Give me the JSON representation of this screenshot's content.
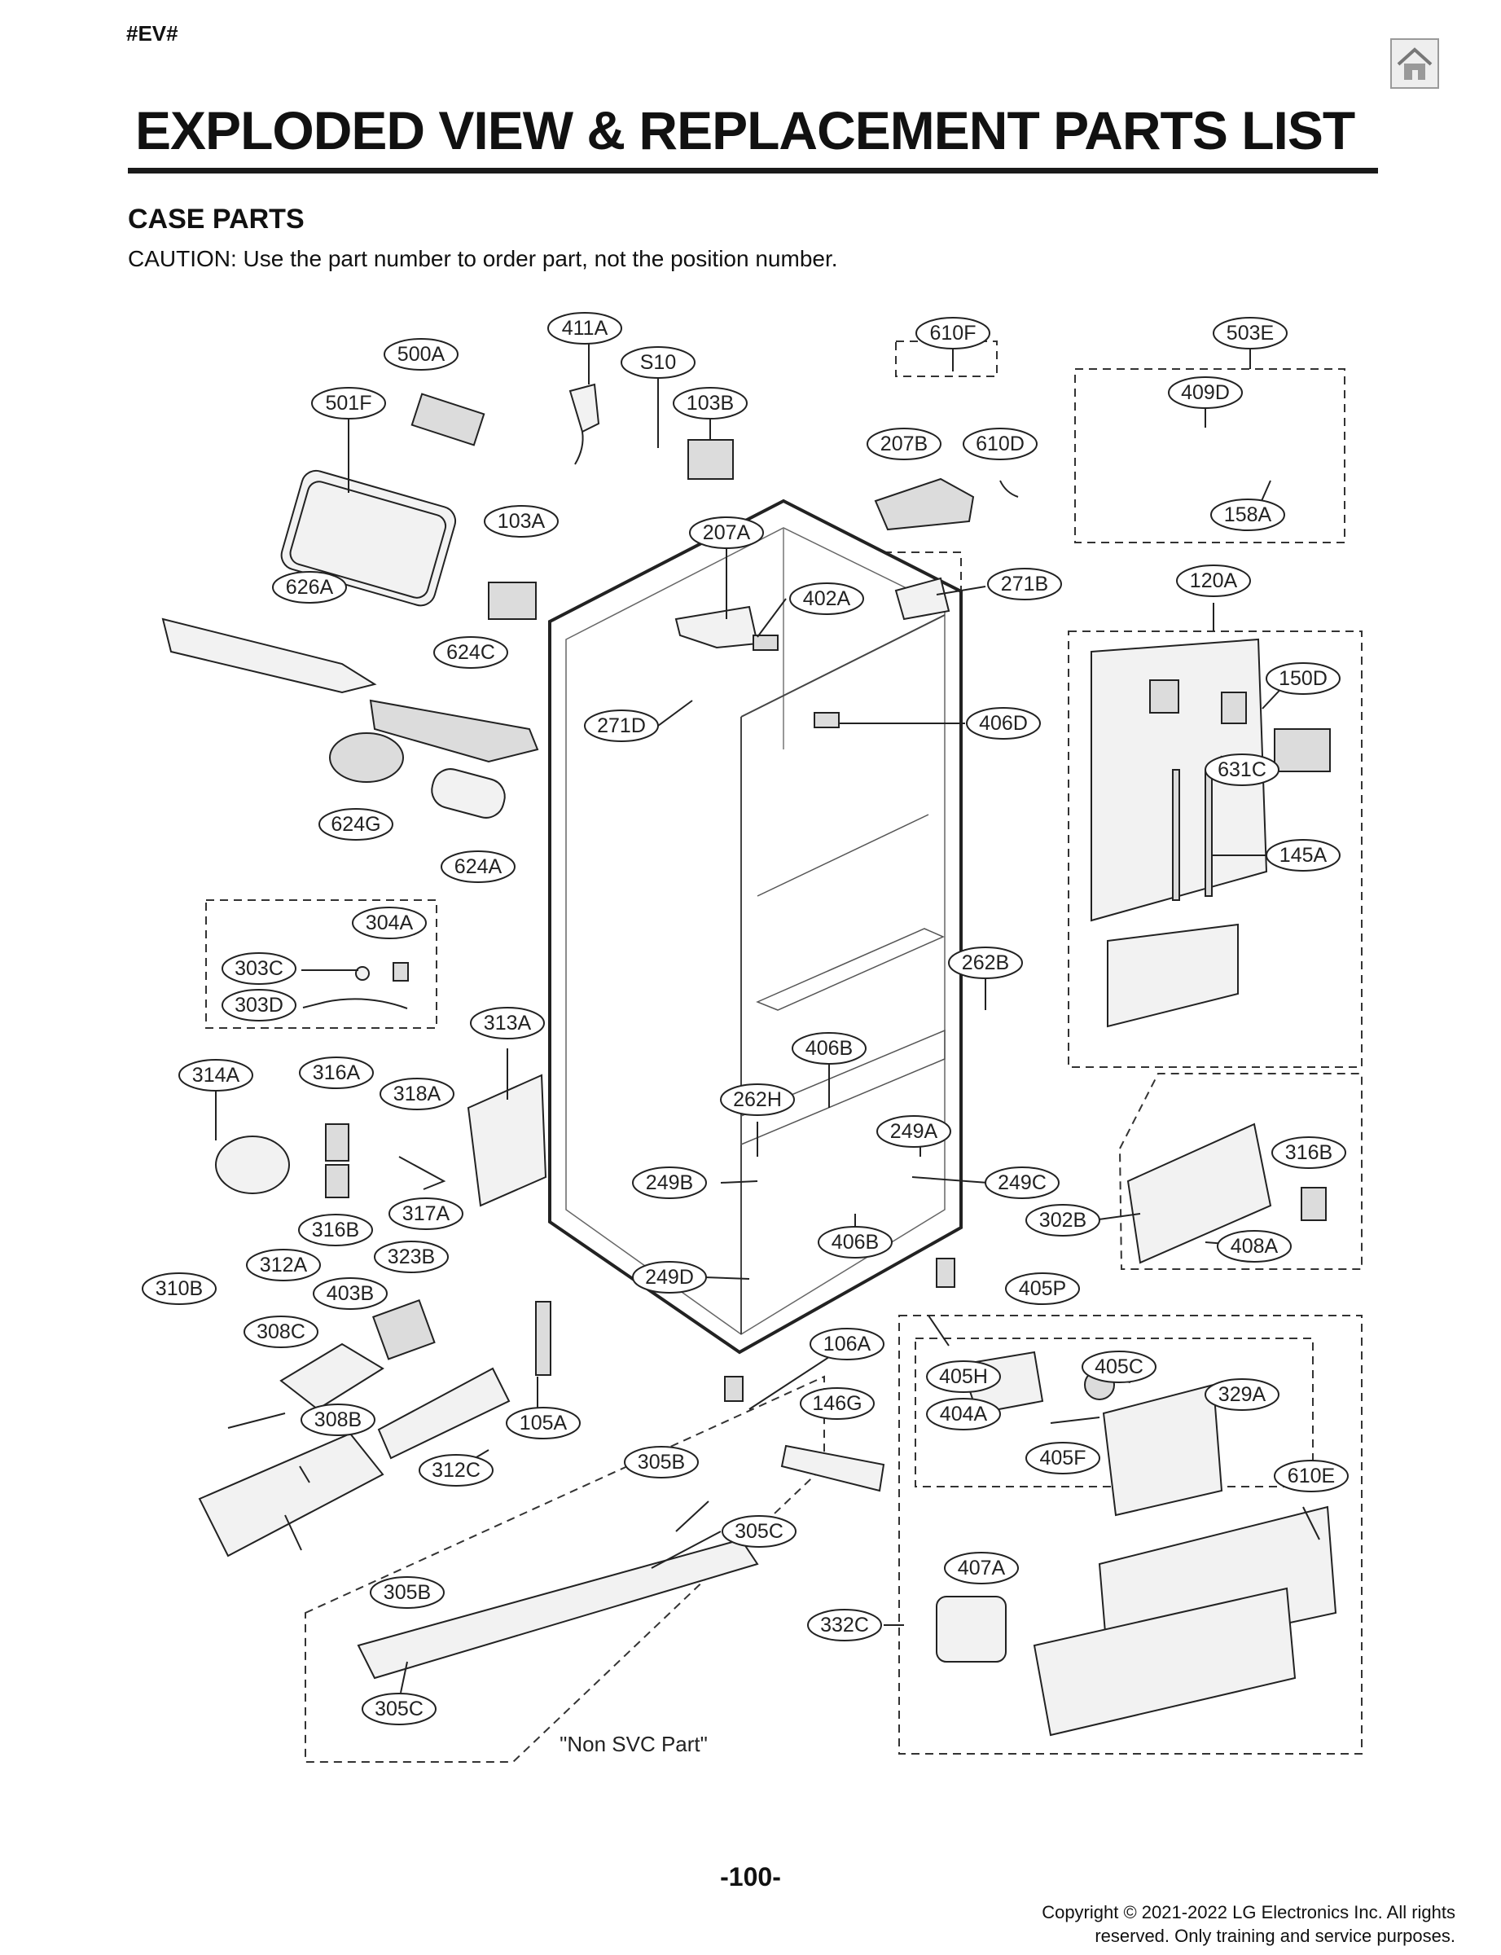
{
  "header": {
    "tag": "#EV#",
    "home_icon": "home-icon",
    "title": "EXPLODED VIEW & REPLACEMENT PARTS LIST",
    "section": "CASE PARTS",
    "caution": "CAUTION: Use the part number to order part, not the position number."
  },
  "diagram": {
    "labels": [
      "411A",
      "500A",
      "S10",
      "103B",
      "501F",
      "610F",
      "503E",
      "409D",
      "207B",
      "610D",
      "158A",
      "103A",
      "207A",
      "120A",
      "626A",
      "402A",
      "271B",
      "624C",
      "150D",
      "271D",
      "406D",
      "631C",
      "624G",
      "624A",
      "145A",
      "304A",
      "262B",
      "303C",
      "303D",
      "313A",
      "406B",
      "314A",
      "316A",
      "318A",
      "262H",
      "249A",
      "316B",
      "249B",
      "249C",
      "317A",
      "302B",
      "408A",
      "406B",
      "316B",
      "323B",
      "312A",
      "249D",
      "310B",
      "403B",
      "405P",
      "308C",
      "106A",
      "405C",
      "405H",
      "329A",
      "404A",
      "146G",
      "308B",
      "105A",
      "405F",
      "610E",
      "312C",
      "305B",
      "305C",
      "407A",
      "305B",
      "332C",
      "305C"
    ],
    "note": "\"Non SVC Part\""
  },
  "footer": {
    "page": "-100-",
    "copyright_line1": "Copyright © 2021-2022 LG Electronics Inc. All rights",
    "copyright_line2": "reserved. Only training and service purposes."
  }
}
